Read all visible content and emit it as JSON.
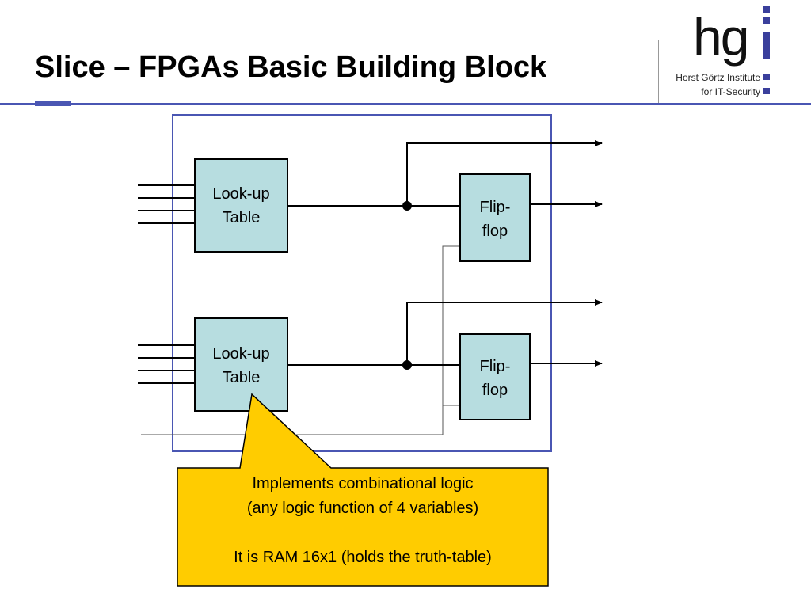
{
  "slide": {
    "title": "Slice – FPGAs Basic Building Block"
  },
  "logo": {
    "mark": "hgi",
    "line1": "Horst Görtz Institute",
    "line2": "for IT-Security"
  },
  "diagram": {
    "lut_top": {
      "line1": "Look-up",
      "line2": "Table"
    },
    "lut_bottom": {
      "line1": "Look-up",
      "line2": "Table"
    },
    "ff_top": {
      "line1": "Flip-",
      "line2": "flop"
    },
    "ff_bottom": {
      "line1": "Flip-",
      "line2": "flop"
    }
  },
  "callout": {
    "line1": "Implements combinational logic",
    "line2": "(any logic function of 4 variables)",
    "line3": "It is RAM 16x1 (holds the truth-table)"
  },
  "colors": {
    "accent": "#4a56b3",
    "block_fill": "#b7dde0",
    "callout_fill": "#ffcc00"
  }
}
